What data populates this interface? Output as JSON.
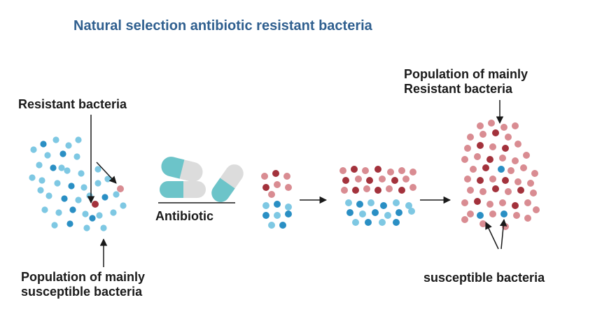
{
  "title": "Natural selection antibiotic resistant bacteria",
  "labels": {
    "resistant": "Resistant bacteria",
    "initial_pop_line1": "Population of mainly",
    "initial_pop_line2": "susceptible bacteria",
    "antibiotic": "Antibiotic",
    "final_pop_line1": "Population of mainly",
    "final_pop_line2": "Resistant bacteria",
    "susceptible": "susceptible bacteria"
  },
  "colors": {
    "title": "#2f5f8f",
    "susceptible_light": "#7ec8e3",
    "susceptible_dark": "#2a8fc4",
    "resistant_light": "#d98c92",
    "resistant_dark": "#a3323c",
    "capsule_teal": "#6cc4c9",
    "capsule_grey": "#dcdcdc"
  }
}
